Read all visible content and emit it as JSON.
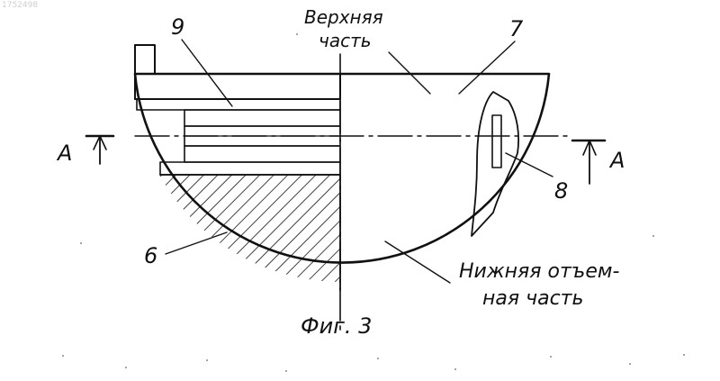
{
  "watermark": "1752498",
  "labels": {
    "upper_part": "Верхняя часть",
    "part_7": "7",
    "part_9": "9",
    "part_6": "6",
    "part_8": "8",
    "lower_part": "Нижняя отъем- ная часть",
    "section_left": "A",
    "section_right": "A",
    "figure_caption": "Фиг. 3"
  },
  "colors": {
    "ink": "#111111",
    "background": "#ffffff"
  }
}
